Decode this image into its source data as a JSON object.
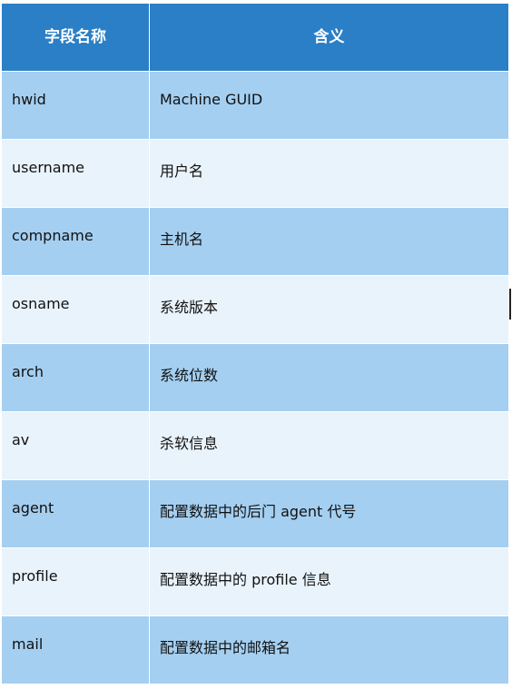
{
  "table": {
    "headers": [
      "字段名称",
      "含义"
    ],
    "rows": [
      {
        "field": "hwid",
        "meaning": "Machine GUID"
      },
      {
        "field": "username",
        "meaning": "用户名"
      },
      {
        "field": "compname",
        "meaning": "主机名"
      },
      {
        "field": "osname",
        "meaning": "系统版本"
      },
      {
        "field": "arch",
        "meaning": "系统位数"
      },
      {
        "field": "av",
        "meaning": "杀软信息"
      },
      {
        "field": "agent",
        "meaning": "配置数据中的后门 agent 代号"
      },
      {
        "field": "profile",
        "meaning": "配置数据中的 profile 信息"
      },
      {
        "field": "mail",
        "meaning": "配置数据中的邮箱名"
      }
    ],
    "colors": {
      "header_bg": "#2a7fc7",
      "row_dark": "#a4cff1",
      "row_light": "#e9f3fb"
    }
  }
}
